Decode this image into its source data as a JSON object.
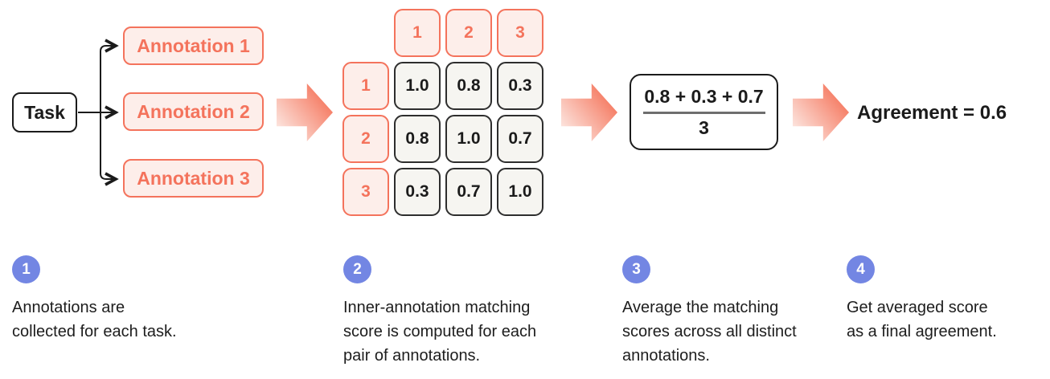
{
  "flow": {
    "task_label": "Task",
    "annotations": [
      "Annotation 1",
      "Annotation 2",
      "Annotation 3"
    ],
    "matrix": {
      "col_headers": [
        "1",
        "2",
        "3"
      ],
      "row_headers": [
        "1",
        "2",
        "3"
      ],
      "cells": [
        [
          "1.0",
          "0.8",
          "0.3"
        ],
        [
          "0.8",
          "1.0",
          "0.7"
        ],
        [
          "0.3",
          "0.7",
          "1.0"
        ]
      ]
    },
    "fraction": {
      "numerator": "0.8 + 0.3 + 0.7",
      "denominator": "3"
    },
    "result_label": "Agreement = 0.6"
  },
  "steps": [
    {
      "number": "1",
      "lines": [
        "Annotations are",
        "collected for each task."
      ]
    },
    {
      "number": "2",
      "lines": [
        "Inner-annotation matching",
        "score is computed for each",
        "pair of annotations."
      ]
    },
    {
      "number": "3",
      "lines": [
        "Average the matching",
        "scores across all distinct",
        "annotations."
      ]
    },
    {
      "number": "4",
      "lines": [
        "Get averaged score",
        "as a final agreement."
      ]
    }
  ],
  "colors": {
    "coral": "#F4735C",
    "coral_fill": "#FDEEEA",
    "arrow_gradient_start": "#FDF2EE",
    "arrow_gradient_end": "#F4664A",
    "matrix_cell_fill": "#F6F5F1",
    "matrix_cell_border": "#2E2E2E",
    "step_circle_blue": "#7386E3",
    "text_dark": "#1B1B1B"
  }
}
